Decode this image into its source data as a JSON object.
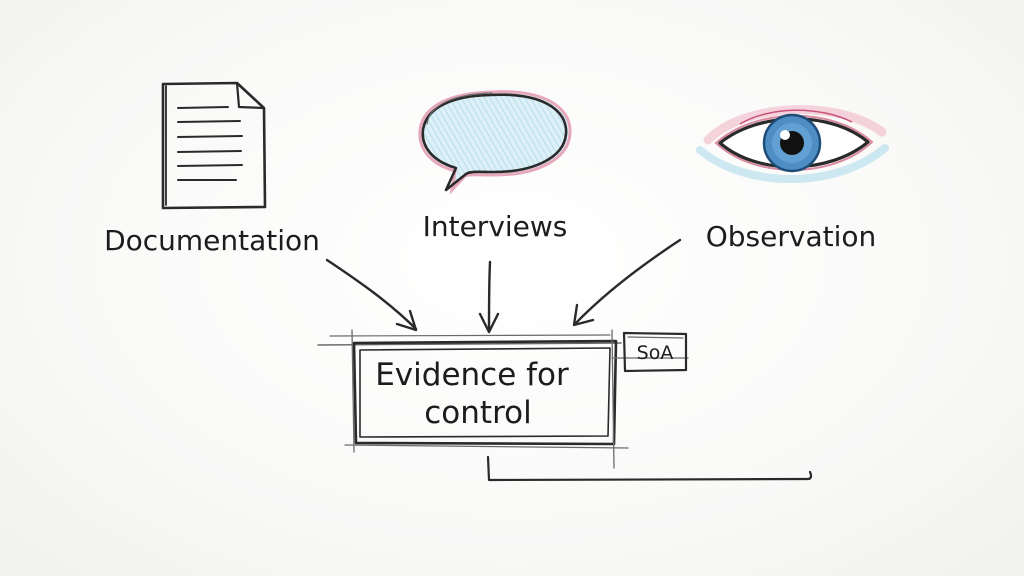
{
  "diagram": {
    "sources": [
      {
        "label": "Documentation",
        "icon": "document-icon"
      },
      {
        "label": "Interviews",
        "icon": "speech-bubble-icon"
      },
      {
        "label": "Observation",
        "icon": "eye-icon"
      }
    ],
    "target": {
      "line1": "Evidence for",
      "line2": "control"
    },
    "tag": "SoA"
  },
  "colors": {
    "ink": "#2a2a2a",
    "pencil_blue": "#9fd0e6",
    "pencil_pink": "#e7a3b6",
    "iris_blue": "#4f8ec4"
  }
}
